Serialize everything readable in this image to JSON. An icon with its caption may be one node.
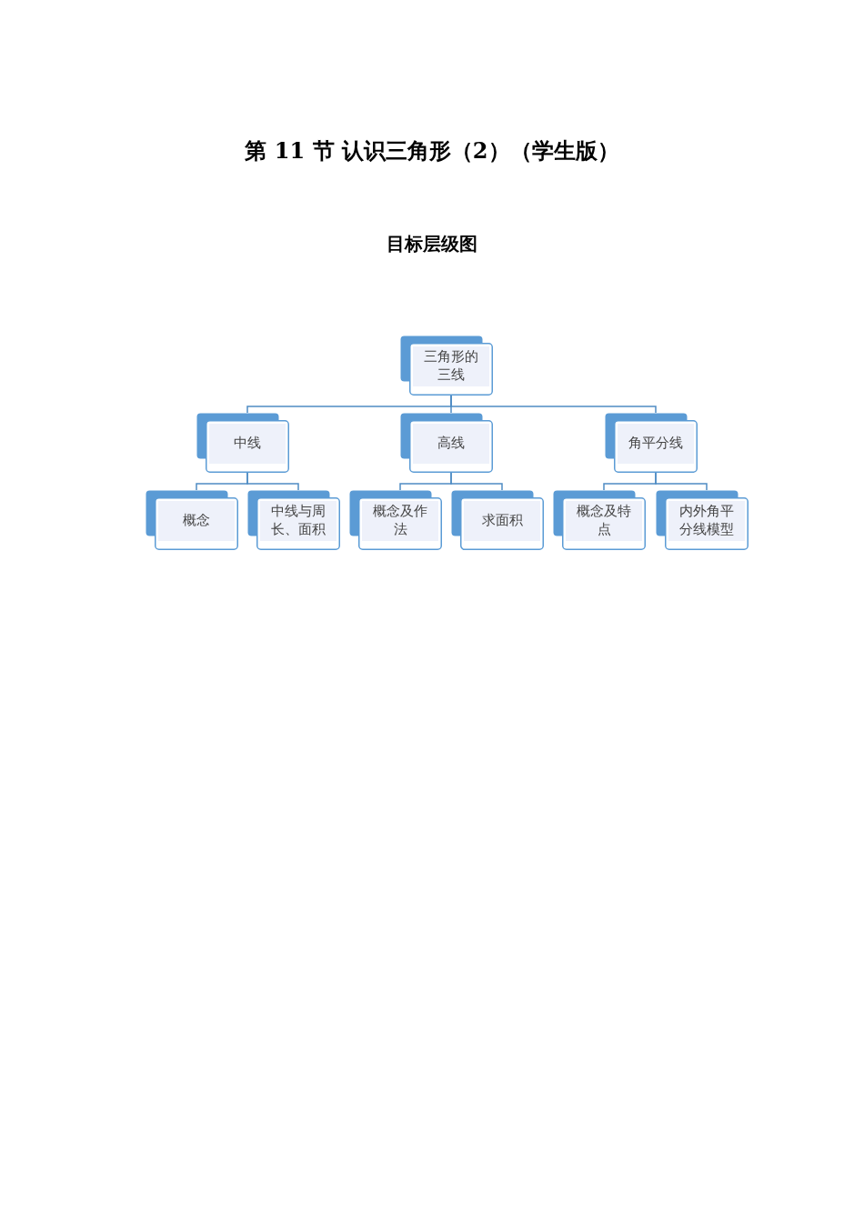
{
  "diagram": {
    "title": "第 11 节 认识三角形（2）（学生版）",
    "nodes": [
      {
        "text": [
          "三角形的三线"
        ]
      },
      {
        "text": [
          "中线"
        ]
      },
      {
        "text": [
          "高线"
        ]
      },
      {
        "text": [
          "角平分线"
        ]
      },
      {
        "text": [
          "概念"
        ]
      },
      {
        "text": [
          "中线与周长、面积"
        ]
      },
      {
        "text": [
          "概念及作法"
        ]
      },
      {
        "text": [
          "求面积"
        ]
      },
      {
        "text": [
          "概念及特点"
        ]
      },
      {
        "text": [
          "内外角平分线模型"
        ]
      }
    ],
    "edges": [
      {
        "from": 0,
        "to": 1,
        "arrow": "none"
      },
      {
        "from": 0,
        "to": 2,
        "arrow": "none"
      },
      {
        "from": 0,
        "to": 3,
        "arrow": "none"
      },
      {
        "from": 1,
        "to": 4,
        "arrow": "none"
      },
      {
        "from": 1,
        "to": 5,
        "arrow": "none"
      },
      {
        "from": 2,
        "to": 6,
        "arrow": "none"
      },
      {
        "from": 2,
        "to": 7,
        "arrow": "none"
      },
      {
        "from": 3,
        "to": 8,
        "arrow": "none"
      },
      {
        "from": 3,
        "to": 9,
        "arrow": "none"
      }
    ],
    "labels": [
      "目标层级图"
    ]
  }
}
